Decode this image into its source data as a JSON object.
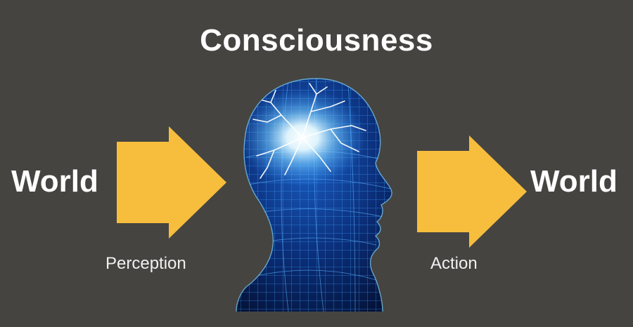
{
  "title": "Consciousness",
  "left_node": {
    "label": "World"
  },
  "right_node": {
    "label": "World"
  },
  "left_arrow": {
    "caption": "Perception"
  },
  "right_arrow": {
    "caption": "Action"
  },
  "colors": {
    "background": "#454441",
    "arrow": "#f7bd3d",
    "text": "#ffffff",
    "head_glow": "#7fd4ff",
    "head_mesh": "#1e6fd6"
  },
  "icons": {
    "center": "glowing-brain-head-icon",
    "left_arrow": "right-arrow-icon",
    "right_arrow": "right-arrow-icon"
  }
}
